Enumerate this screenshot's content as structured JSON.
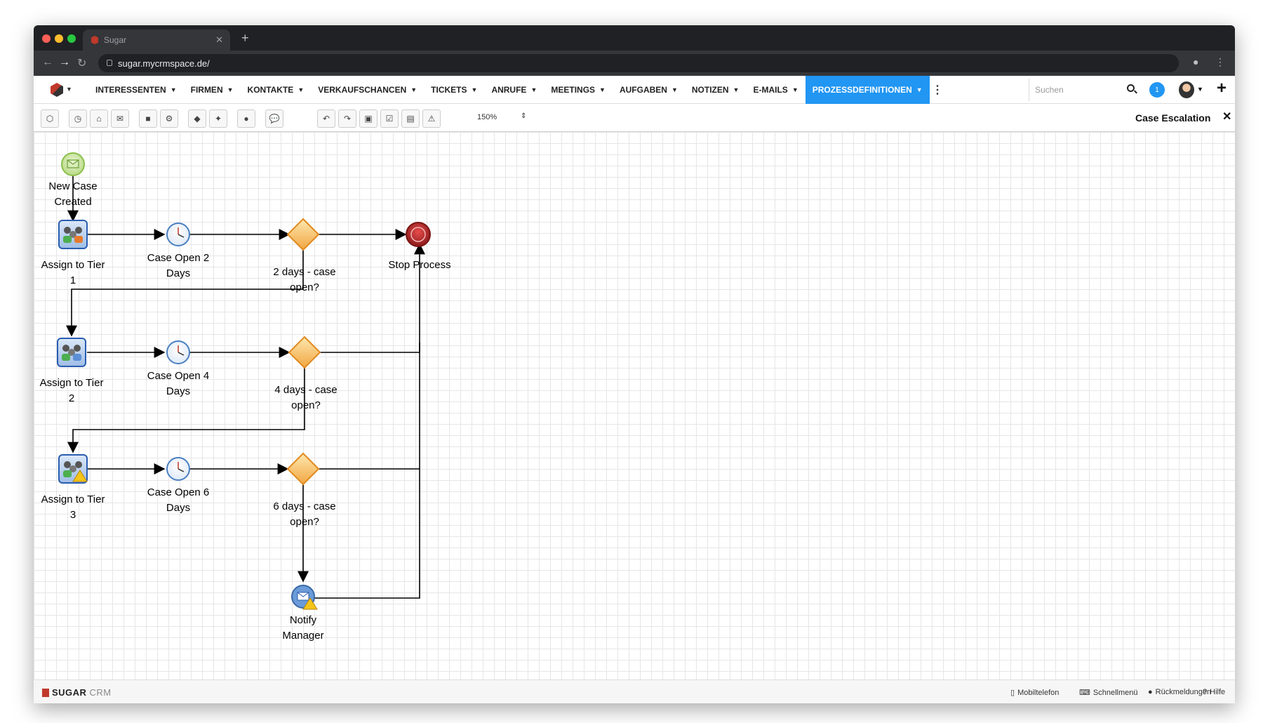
{
  "browser": {
    "tab_title": "Sugar",
    "url": "sugar.mycrmspace.de/"
  },
  "nav": {
    "items": [
      {
        "label": "INTERESSENTEN",
        "active": false
      },
      {
        "label": "FIRMEN",
        "active": false
      },
      {
        "label": "KONTAKTE",
        "active": false
      },
      {
        "label": "VERKAUFSCHANCEN",
        "active": false
      },
      {
        "label": "TICKETS",
        "active": false
      },
      {
        "label": "ANRUFE",
        "active": false
      },
      {
        "label": "MEETINGS",
        "active": false
      },
      {
        "label": "AUFGABEN",
        "active": false
      },
      {
        "label": "NOTIZEN",
        "active": false
      },
      {
        "label": "E-MAILS",
        "active": false
      },
      {
        "label": "PROZESSDEFINITIONEN",
        "active": true
      }
    ],
    "search_placeholder": "Suchen",
    "notification_count": "1",
    "accent_color": "#2196f3"
  },
  "toolbar": {
    "zoom_level": "150%",
    "process_title": "Case Escalation"
  },
  "diagram": {
    "start_event": {
      "label1": "New Case",
      "label2": "Created"
    },
    "tasks": [
      {
        "label1": "Assign to Tier",
        "label2": "1"
      },
      {
        "label1": "Assign to Tier",
        "label2": "2"
      },
      {
        "label1": "Assign to Tier",
        "label2": "3"
      }
    ],
    "timers": [
      {
        "label1": "Case Open 2",
        "label2": "Days"
      },
      {
        "label1": "Case Open 4",
        "label2": "Days"
      },
      {
        "label1": "Case Open 6",
        "label2": "Days"
      }
    ],
    "gateways": [
      {
        "label1": "2 days - case",
        "label2": "open?"
      },
      {
        "label1": "4 days - case",
        "label2": "open?"
      },
      {
        "label1": "6 days - case",
        "label2": "open?"
      }
    ],
    "end_event": {
      "label": "Stop Process"
    },
    "notify": {
      "label1": "Notify",
      "label2": "Manager"
    }
  },
  "footer": {
    "brand_main": "SUGAR",
    "brand_suffix": "CRM",
    "links": [
      "Mobiltelefon",
      "Schnellmenü",
      "Rückmeldungen",
      "Hilfe"
    ]
  }
}
